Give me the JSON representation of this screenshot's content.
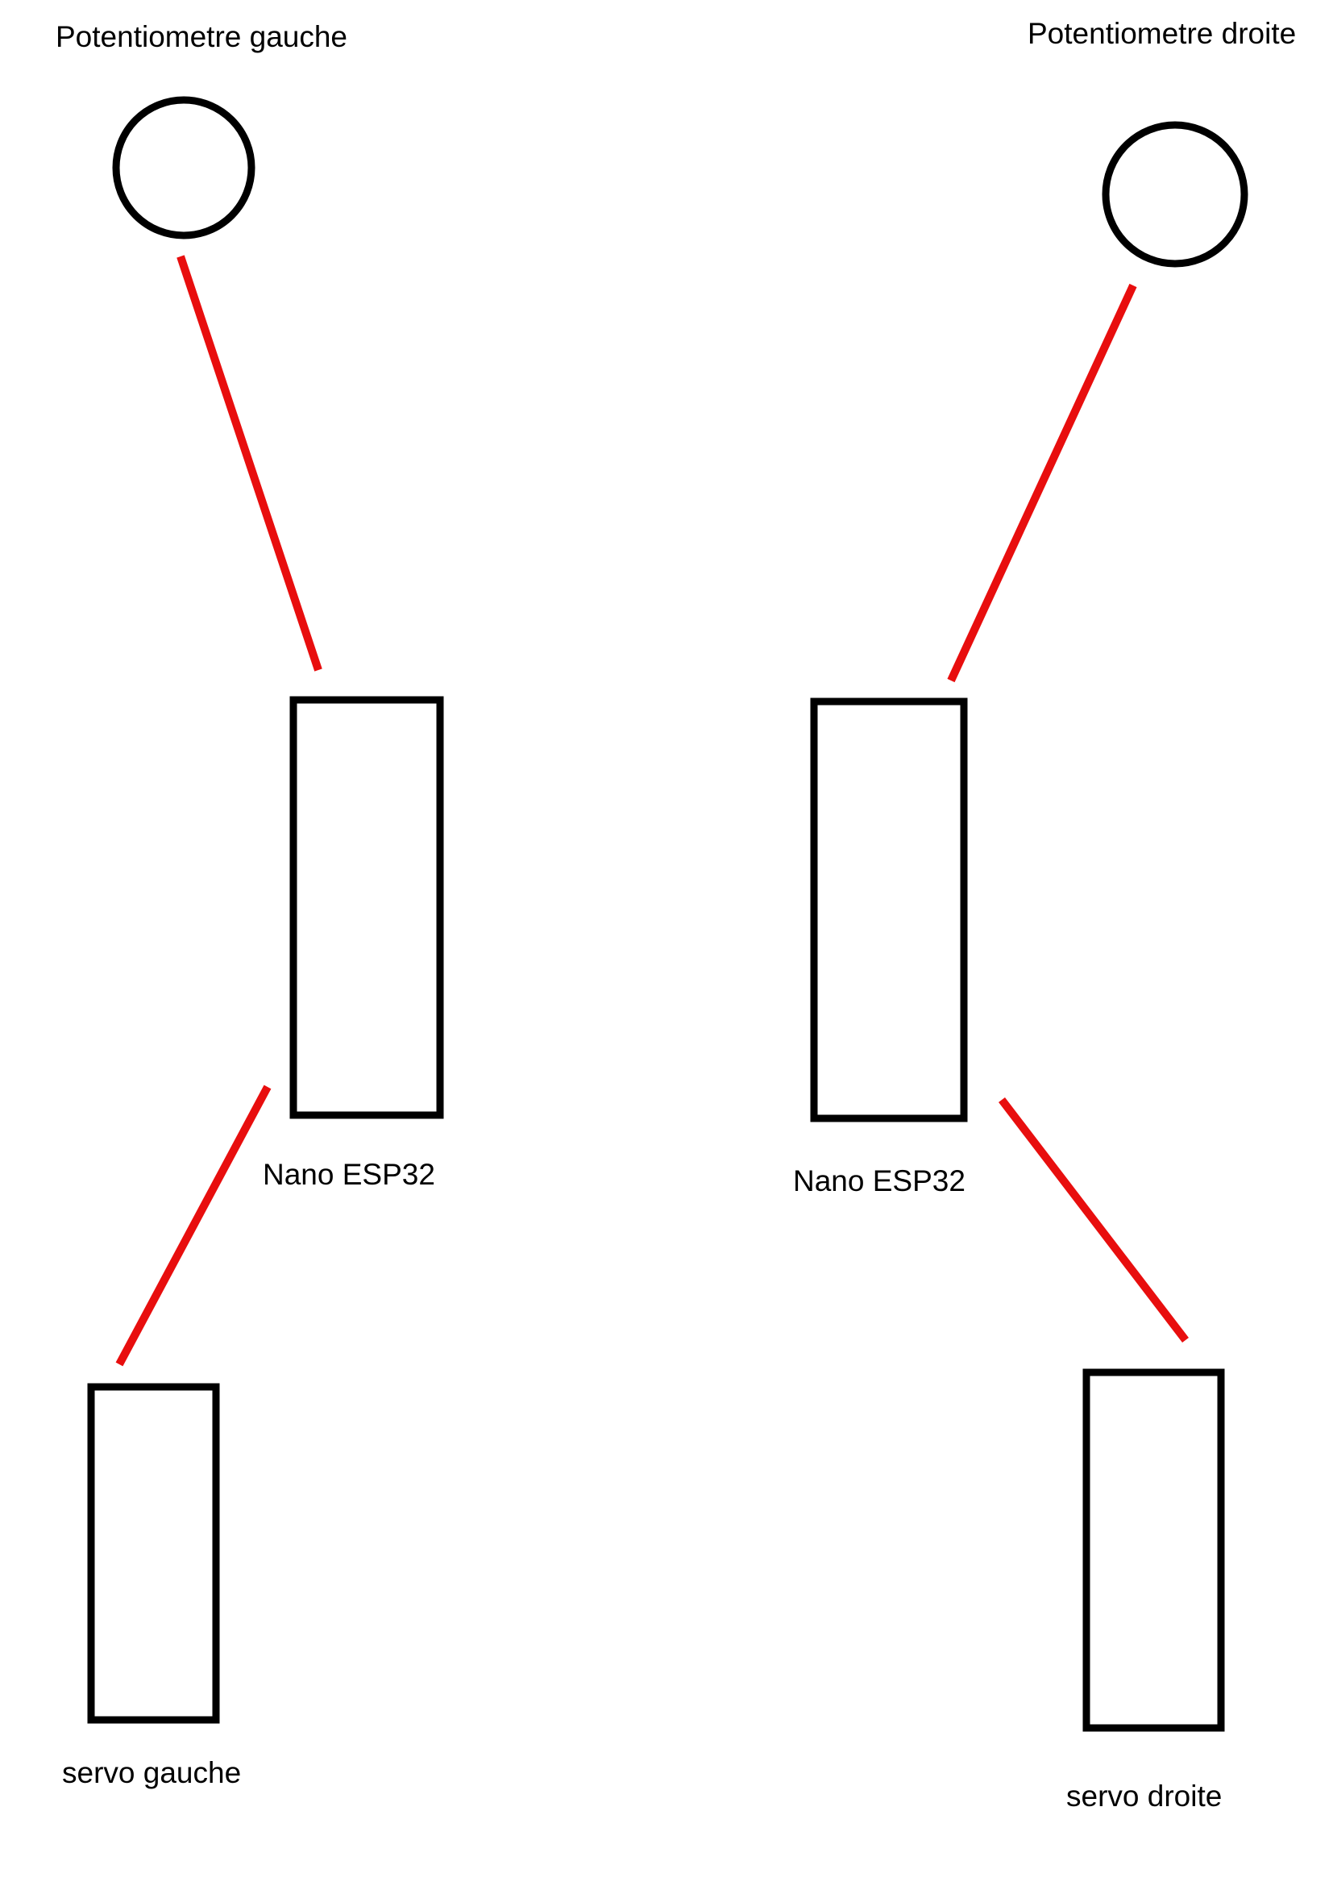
{
  "colors": {
    "background": "#ffffff",
    "outline": "#000000",
    "wire": "#e80e0e"
  },
  "labels": {
    "pot_left": "Potentiometre gauche",
    "pot_right": "Potentiometre droite",
    "board_left": "Nano ESP32",
    "board_right": "Nano ESP32",
    "servo_left": "servo gauche",
    "servo_right": "servo droite"
  }
}
